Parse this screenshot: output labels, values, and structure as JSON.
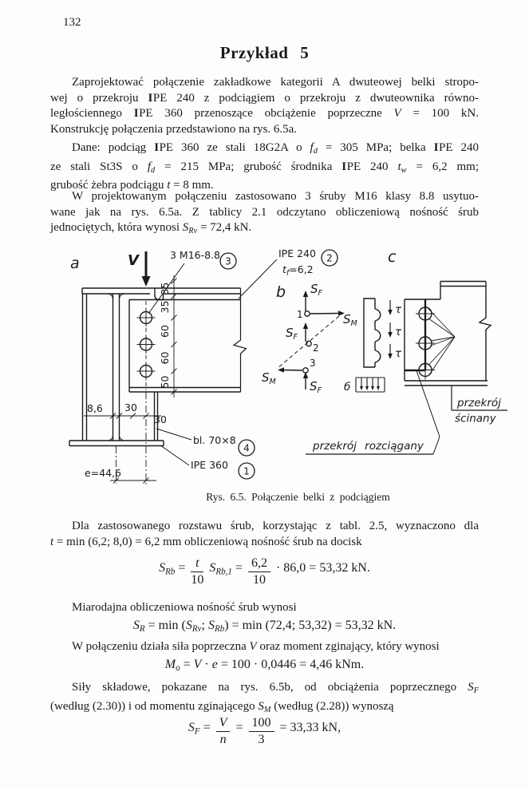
{
  "page": {
    "number": "132"
  },
  "title": "Przykład 5",
  "paragraphs": {
    "p1": {
      "lines": [
        {
          "j": true,
          "ind": true,
          "t": [
            [
              "r",
              "Zaprojektować połączenie zakładkowe kategorii A dwuteowej belki stropo-"
            ]
          ]
        },
        {
          "j": true,
          "t": [
            [
              "r",
              "wej o przekroju "
            ],
            [
              "ib",
              "I"
            ],
            [
              "r",
              "PE 240 z podciągiem o przekroju z dwuteownika równo-"
            ]
          ]
        },
        {
          "j": true,
          "t": [
            [
              "r",
              "ległościennego "
            ],
            [
              "ib",
              "I"
            ],
            [
              "r",
              "PE 360 przenoszące obciążenie poprzeczne "
            ],
            [
              "i",
              "V"
            ],
            [
              "r",
              " = 100 kN."
            ]
          ]
        },
        {
          "t": [
            [
              "r",
              "Konstrukcję połączenia przedstawiono na rys. 6.5a."
            ]
          ]
        }
      ]
    },
    "p2": {
      "lines": [
        {
          "j": true,
          "ind": true,
          "t": [
            [
              "r",
              "Dane: podciąg "
            ],
            [
              "ib",
              "I"
            ],
            [
              "r",
              "PE 360 ze stali 18G2A o "
            ],
            [
              "i",
              "f"
            ],
            [
              "sub",
              "d"
            ],
            [
              "r",
              " = 305 MPa; belka "
            ],
            [
              "ib",
              "I"
            ],
            [
              "r",
              "PE 240"
            ]
          ]
        },
        {
          "j": true,
          "t": [
            [
              "r",
              "ze stali St3S o "
            ],
            [
              "i",
              "f"
            ],
            [
              "sub",
              "d"
            ],
            [
              "r",
              " = 215 MPa; grubość środnika "
            ],
            [
              "ib",
              "I"
            ],
            [
              "r",
              "PE 240 "
            ],
            [
              "i",
              "t"
            ],
            [
              "sub",
              "w"
            ],
            [
              "r",
              " = 6,2 mm;"
            ]
          ]
        },
        {
          "t": [
            [
              "r",
              "grubość żebra podciągu "
            ],
            [
              "i",
              "t"
            ],
            [
              "r",
              " = 8 mm."
            ]
          ]
        }
      ]
    },
    "p3": {
      "lines": [
        {
          "j": true,
          "ind": true,
          "t": [
            [
              "r",
              "W projektowanym połączeniu zastosowano 3 śruby M16 klasy 8.8 usytuo-"
            ]
          ]
        },
        {
          "j": true,
          "t": [
            [
              "r",
              "wane jak na rys. 6.5a. Z tablicy 2.1 odczytano obliczeniową nośność śrub"
            ]
          ]
        },
        {
          "t": [
            [
              "r",
              "jednociętych, która wynosi "
            ],
            [
              "i",
              "S"
            ],
            [
              "sub",
              "Rv"
            ],
            [
              "r",
              " = 72,4 kN."
            ]
          ]
        }
      ]
    },
    "p4": {
      "lines": [
        {
          "j": true,
          "ind": true,
          "t": [
            [
              "r",
              "Dla zastosowanego rozstawu śrub, korzystając z tabl. 2.5, wyznaczono dla"
            ]
          ]
        },
        {
          "t": [
            [
              "i",
              "t"
            ],
            [
              "r",
              " = min (6,2; 8,0) = 6,2 mm obliczeniową nośność śrub na docisk"
            ]
          ]
        }
      ]
    },
    "p5": {
      "lines": [
        {
          "ind": true,
          "t": [
            [
              "r",
              "Miarodajna obliczeniowa nośność śrub wynosi"
            ]
          ]
        }
      ]
    },
    "p6": {
      "lines": [
        {
          "ind": true,
          "t": [
            [
              "r",
              "W połączeniu działa siła poprzeczna "
            ],
            [
              "i",
              "V"
            ],
            [
              "r",
              " oraz moment zginający, który wynosi"
            ]
          ]
        }
      ]
    },
    "p7": {
      "lines": [
        {
          "j": true,
          "ind": true,
          "t": [
            [
              "r",
              "Siły składowe, pokazane na rys. 6.5b, od obciążenia poprzecznego "
            ],
            [
              "i",
              "S"
            ],
            [
              "sub",
              "F"
            ]
          ]
        },
        {
          "t": [
            [
              "r",
              "(według (2.30)) i od momentu zginającego "
            ],
            [
              "i",
              "S"
            ],
            [
              "sub",
              "M"
            ],
            [
              "r",
              " (według (2.28)) wynoszą"
            ]
          ]
        }
      ]
    }
  },
  "formulas": {
    "f1": [
      [
        "i",
        "S"
      ],
      [
        "sub",
        "Rb"
      ],
      [
        "r",
        " = "
      ],
      [
        "frac",
        [
          [
            "i",
            "t"
          ]
        ],
        [
          [
            "r",
            "10"
          ]
        ]
      ],
      [
        "r",
        " "
      ],
      [
        "i",
        "S"
      ],
      [
        "sub",
        "Rb,1"
      ],
      [
        "r",
        " = "
      ],
      [
        "frac",
        [
          [
            "r",
            "6,2"
          ]
        ],
        [
          [
            "r",
            "10"
          ]
        ]
      ],
      [
        "r",
        " · 86,0 = 53,32 kN."
      ],
      [
        "r",
        ""
      ]
    ],
    "f2": [
      [
        "i",
        "S"
      ],
      [
        "sub",
        "R"
      ],
      [
        "r",
        " = min ("
      ],
      [
        "i",
        "S"
      ],
      [
        "sub",
        "Rv"
      ],
      [
        "r",
        "; "
      ],
      [
        "i",
        "S"
      ],
      [
        "sub",
        "Rb"
      ],
      [
        "r",
        ") = min (72,4; 53,32) = 53,32 kN."
      ]
    ],
    "f3": [
      [
        "i",
        "M"
      ],
      [
        "sub",
        "o"
      ],
      [
        "r",
        " = "
      ],
      [
        "i",
        "V"
      ],
      [
        "r",
        " · "
      ],
      [
        "i",
        "e"
      ],
      [
        "r",
        " = 100 · 0,0446 = 4,46 kNm."
      ]
    ],
    "f4": [
      [
        "i",
        "S"
      ],
      [
        "sub",
        "F"
      ],
      [
        "r",
        " = "
      ],
      [
        "frac",
        [
          [
            "i",
            "V"
          ]
        ],
        [
          [
            "i",
            "n"
          ]
        ]
      ],
      [
        "r",
        " = "
      ],
      [
        "frac",
        [
          [
            "r",
            "100"
          ]
        ],
        [
          [
            "r",
            "3"
          ]
        ]
      ],
      [
        "r",
        " = 33,33 kN,"
      ]
    ]
  },
  "figure": {
    "label_a": "a",
    "label_b": "b",
    "label_c": "c",
    "force_v": "V",
    "bolt_note": "3 M16-8.8",
    "balloon_1": "1",
    "balloon_2": "2",
    "balloon_3": "3",
    "balloon_4": "4",
    "ipe240_label": "IPE 240",
    "tf": "t",
    "tf_sub": "f",
    "tf_val": "=6,2",
    "dims_vertical": [
      "35",
      "35",
      "60",
      "60",
      "50"
    ],
    "dim_web": "8,6",
    "dim_30a": "30",
    "dim_30b": "30",
    "dim_e": "e=44,6",
    "plate_label": "bl. 70×8",
    "ipe360_label": "IPE 360",
    "s": "S",
    "sub_f": "F",
    "sub_m": "M",
    "bolt_no_1": "1",
    "bolt_no_2": "2",
    "bolt_no_3": "3",
    "sigma": "б",
    "tau": "τ",
    "shear_line1": "przekrój",
    "shear_line2": "ścinany",
    "tension_label": "przekrój rozciągany",
    "caption": "Rys. 6.5. Połączenie belki z podciągiem"
  }
}
